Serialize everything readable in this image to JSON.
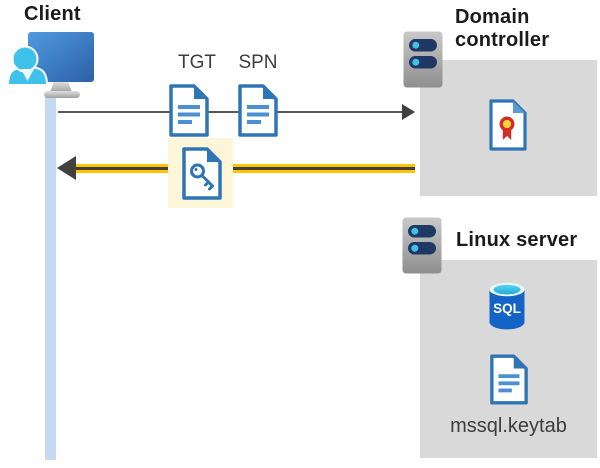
{
  "client": {
    "label": "Client"
  },
  "tickets": {
    "tgt_label": "TGT",
    "spn_label": "SPN"
  },
  "domain_controller": {
    "title": "Domain controller"
  },
  "linux_server": {
    "title": "Linux server",
    "sql_icon_text": "SQL",
    "keytab_label": "mssql.keytab"
  },
  "colors": {
    "text_dark": "#1b1b1b",
    "text_gray": "#3d3d3d",
    "bar_blue": "#c5d9f2",
    "arrow_gray": "#595959",
    "arrow_dark": "#404040",
    "arrow_yellow": "#ffc400",
    "highlight_yellow": "#fdf6d8",
    "box_gray": "#d9d9d9",
    "doc_blue": "#2e75b6",
    "doc_line_blue": "#4a90d2",
    "doc_fold_blue": "#5b9bd5",
    "server_navy": "#1f3864",
    "led_cyan": "#41c0e8",
    "person_cyan": "#3fc2ea",
    "sql_body_blue": "#1464c8",
    "cert_red": "#d12f26",
    "cert_gold": "#ffd23e"
  }
}
